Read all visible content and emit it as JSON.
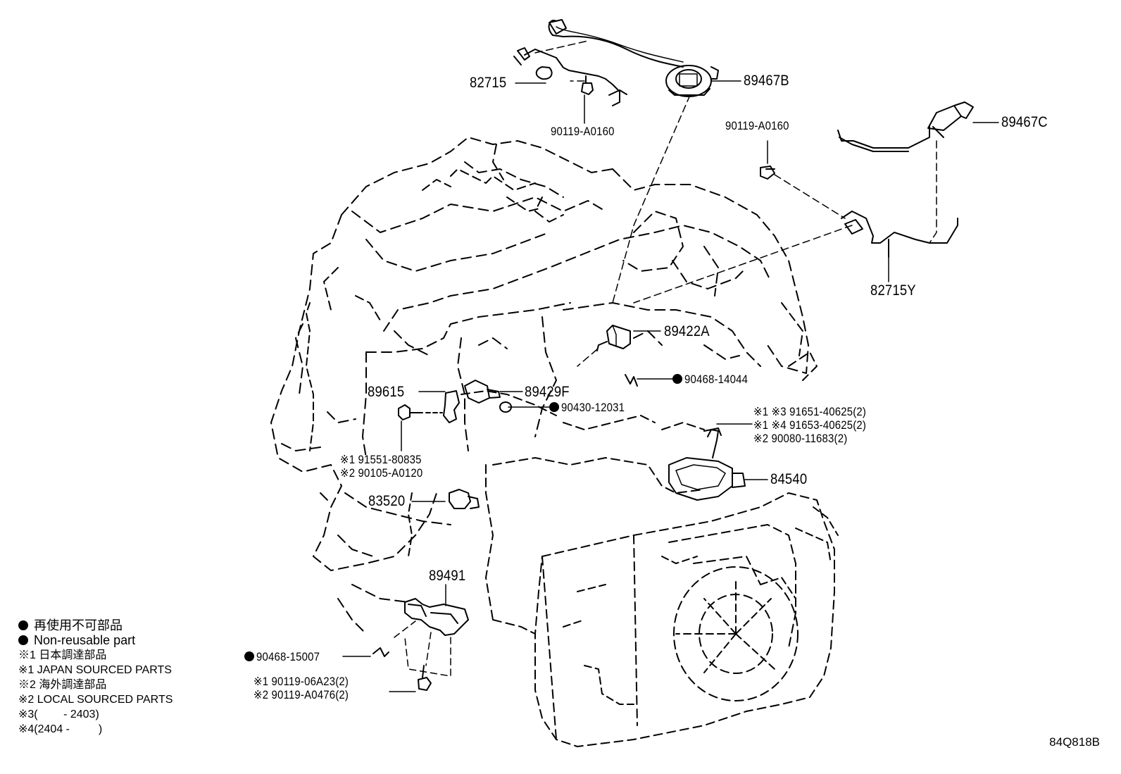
{
  "labels": {
    "p82715": "82715",
    "p89467B": "89467B",
    "p90119_top": "90119-A0160",
    "p90119_right": "90119-A0160",
    "p89467C": "89467C",
    "p82715Y": "82715Y",
    "p89422A": "89422A",
    "p90468_14044": "90468-14044",
    "p89615": "89615",
    "p89429F": "89429F",
    "p90430": "90430-12031",
    "p91651": "※1 ※3 91651-40625(2)",
    "p91653": "※1 ※4 91653-40625(2)",
    "p90080": "※2 90080-11683(2)",
    "p91551": "※1 91551-80835",
    "p90105": "※2 90105-A0120",
    "p84540": "84540",
    "p83520": "83520",
    "p89491": "89491",
    "p90468_15007": "90468-15007",
    "p90119_06A23": "※1 90119-06A23(2)",
    "p90119_A0476": "※2 90119-A0476(2)"
  },
  "legend": {
    "line1": "再使用不可部品",
    "line2": "Non-reusable part",
    "line3": "※1 日本調達部品",
    "line4": "※1 JAPAN SOURCED PARTS",
    "line5": "※2 海外調達部品",
    "line6": "※2 LOCAL SOURCED PARTS",
    "line7": "※3(　　 - 2403)",
    "line8": "※4(2404 - 　　 )"
  },
  "diagram_code": "84Q818B"
}
